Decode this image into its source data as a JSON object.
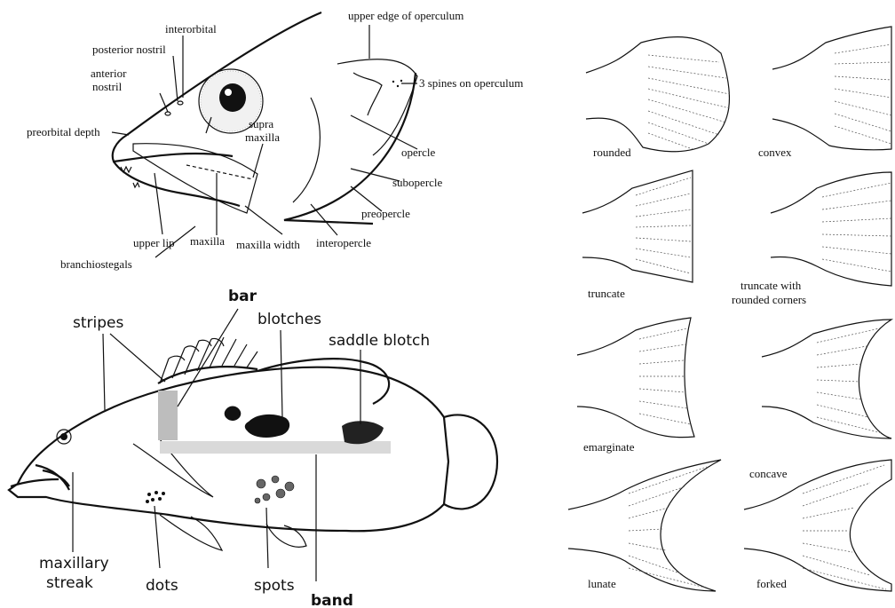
{
  "head_diagram": {
    "labels": {
      "interorbital": "interorbital",
      "posterior_nostril": "posterior nostril",
      "anterior_nostril_1": "anterior",
      "anterior_nostril_2": "nostril",
      "preorbital_depth": "preorbital depth",
      "supra_1": "supra",
      "supra_2": "maxilla",
      "upper_edge": "upper edge of operculum",
      "spines": "3 spines on operculum",
      "opercle": "opercle",
      "subopercle": "subopercle",
      "preopercle": "preopercle",
      "interopercle": "interopercle",
      "maxilla_width": "maxilla width",
      "maxilla": "maxilla",
      "upper_lip": "upper lip",
      "branchiostegals": "branchiostegals"
    }
  },
  "body_diagram": {
    "labels": {
      "bar": "bar",
      "stripes": "stripes",
      "blotches": "blotches",
      "saddle_blotch": "saddle blotch",
      "maxillary_1": "maxillary",
      "maxillary_2": "streak",
      "dots": "dots",
      "spots": "spots",
      "band": "band"
    }
  },
  "tail_shapes": [
    {
      "name": "rounded"
    },
    {
      "name": "convex"
    },
    {
      "name": "truncate"
    },
    {
      "name_1": "truncate with",
      "name_2": "rounded corners"
    },
    {
      "name": "emarginate"
    },
    {
      "name": "concave"
    },
    {
      "name": "lunate"
    },
    {
      "name": "forked"
    }
  ]
}
